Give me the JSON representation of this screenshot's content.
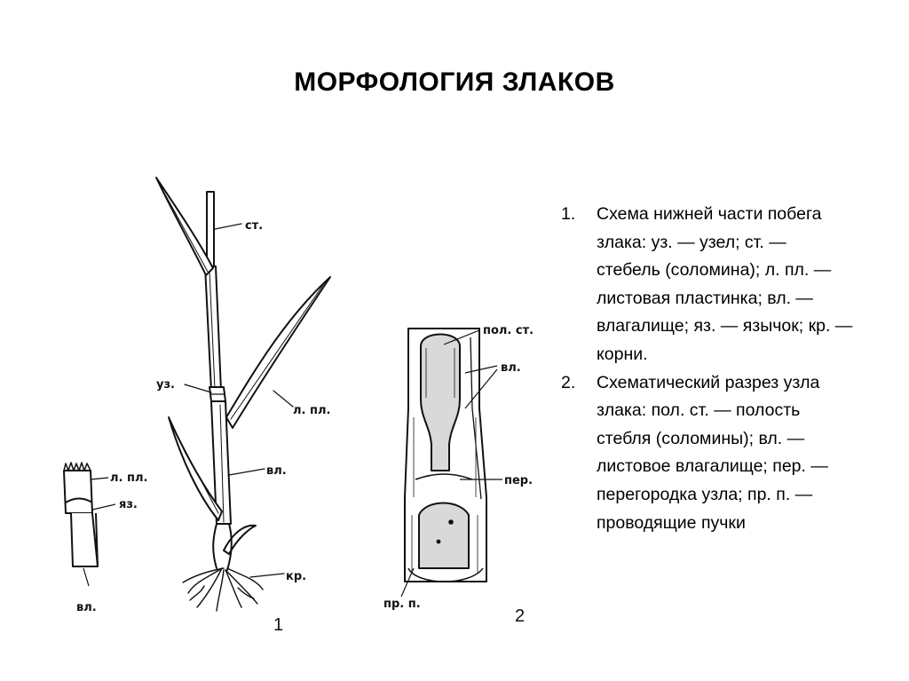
{
  "title": "МОРФОЛОГИЯ ЗЛАКОВ",
  "figure1": {
    "number": "1",
    "labels": {
      "st": "ст.",
      "uz": "уз.",
      "lpl_main": "л. пл.",
      "vl_main": "вл.",
      "kr": "кр.",
      "lpl_small": "л. пл.",
      "yaz": "яз.",
      "vl_small": "вл."
    }
  },
  "figure2": {
    "number": "2",
    "labels": {
      "pol_st": "пол. ст.",
      "vl": "вл.",
      "per": "пер.",
      "pr_p": "пр. п."
    }
  },
  "caption": [
    {
      "number": "1.",
      "text": "Схема нижней части побега злака: уз. — узел; ст. — стебель (соломина); л. пл. — листовая пластинка; вл. — влагалище; яз. — язычок; кр. — корни."
    },
    {
      "number": "2.",
      "text": "Схематический разрез узла злака: пол. ст. — полость стебля (соломины); вл. — листовое влагалище; пер. — перегородка узла; пр. п. — проводящие пучки"
    }
  ]
}
